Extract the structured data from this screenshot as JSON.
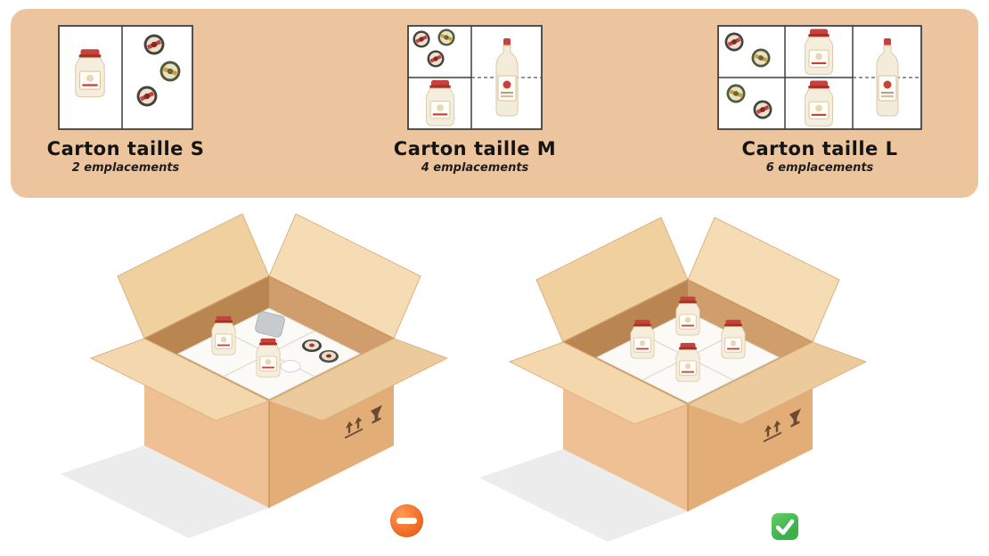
{
  "palette": {
    "banner_bg": "#ecc49e",
    "carton_border": "#3d3d3d",
    "box_face_light": "#eec094",
    "box_face_dark": "#e2ad77",
    "box_flap": "#f3d5aa",
    "box_inner": "#c08d5c",
    "jar_red": "#c8413b",
    "no_entry_orange": "#f2702c",
    "check_green": "#3cb14a",
    "shadow_gray": "#ececec"
  },
  "cartons": [
    {
      "id": "S",
      "title": "Carton taille S",
      "capacity": "2 emplacements"
    },
    {
      "id": "M",
      "title": "Carton taille M",
      "capacity": "4 emplacements"
    },
    {
      "id": "L",
      "title": "Carton taille L",
      "capacity": "6 emplacements"
    }
  ],
  "examples": [
    {
      "id": "incorrect",
      "badge": "no-entry"
    },
    {
      "id": "correct",
      "badge": "check"
    }
  ]
}
